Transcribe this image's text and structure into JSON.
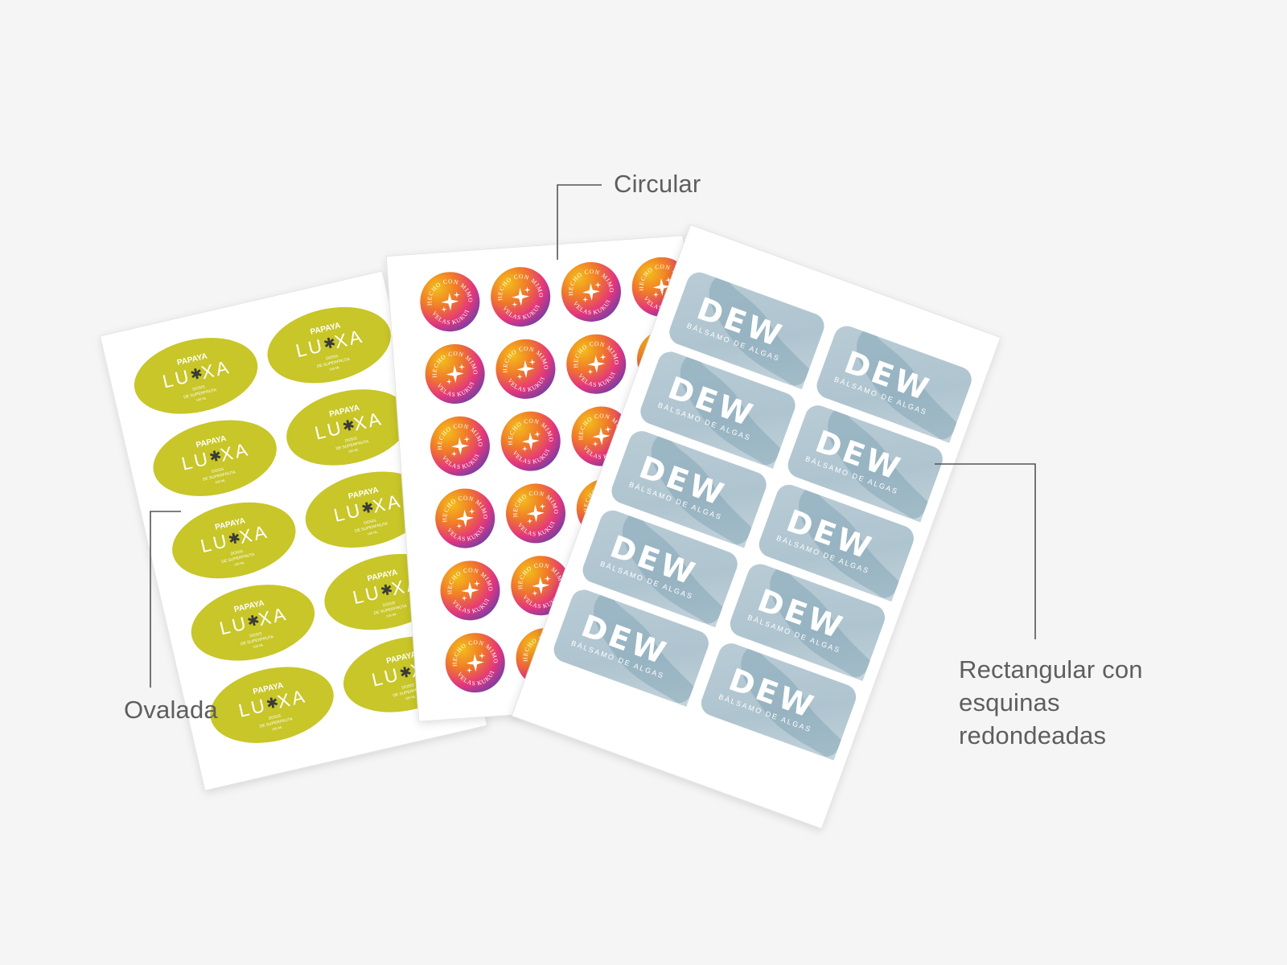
{
  "callouts": {
    "circular": "Circular",
    "ovalada": "Ovalada",
    "rectangular_lines": [
      "Rectangular con",
      "esquinas",
      "redondeadas"
    ]
  },
  "sheets": {
    "oval": {
      "shape": "oval",
      "brand_top": "PAPAYA",
      "brand_left": "LU",
      "brand_right": "XA",
      "line1": "DOSIS",
      "line2": "DE SUPERFRUTA",
      "line3": "100 ML",
      "color": "#c8c628",
      "text_color": "#ffffff"
    },
    "circular": {
      "shape": "circle",
      "ring_top": "HECHO CON MIMO",
      "ring_bottom": "VELAS KUKUI",
      "gradient": [
        "#f3bf1a",
        "#f0782a",
        "#e3367e",
        "#6a3fa8"
      ]
    },
    "rectangular": {
      "shape": "rounded-rectangle",
      "brand": "DEW",
      "subtitle": "BÁLSAMO DE ALGAS",
      "color": "#b4c8d2",
      "accent": "#7d9fb2"
    }
  },
  "colors": {
    "background": "#f5f5f5",
    "paper": "#ffffff",
    "callout_line": "#555555"
  }
}
